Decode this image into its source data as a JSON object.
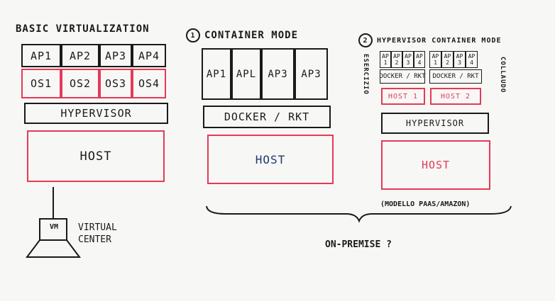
{
  "basic": {
    "title": "BASIC VIRTUALIZATION",
    "apps": [
      "AP1",
      "AP2",
      "AP3",
      "AP4"
    ],
    "os": [
      "OS1",
      "OS2",
      "OS3",
      "OS4"
    ],
    "hypervisor": "HYPERVISOR",
    "host": "HOST"
  },
  "vcenter": {
    "vm": "VM",
    "label_line1": "VIRTUAL",
    "label_line2": "CENTER"
  },
  "container": {
    "number": "1",
    "title": "CONTAINER MODE",
    "apps": [
      "AP1",
      "APL",
      "AP3",
      "AP3"
    ],
    "engine": "DOCKER / RKT",
    "host": "HOST"
  },
  "hyper_container": {
    "number": "2",
    "title": "HYPERVISOR CONTAINER MODE",
    "left_side": "ESERCIZIO",
    "right_side": "COLLAUDO",
    "group1_apps": [
      [
        "AP",
        "1"
      ],
      [
        "AP",
        "2"
      ],
      [
        "AP",
        "3"
      ],
      [
        "AP",
        "4"
      ]
    ],
    "group2_apps": [
      [
        "AP",
        "1"
      ],
      [
        "AP",
        "2"
      ],
      [
        "AP",
        "3"
      ],
      [
        "AP",
        "4"
      ]
    ],
    "engine1": "DOCKER / RKT",
    "engine2": "DOCKER / RKT",
    "host1": "HOST 1",
    "host2": "HOST 2",
    "hypervisor": "HYPERVISOR",
    "host": "HOST",
    "note": "(MODELLO PAAS/AMAZON)"
  },
  "footer": {
    "label": "ON-PREMISE ?"
  },
  "colors": {
    "ink": "#1a1a1a",
    "red": "#e53a57",
    "background": "#f7f7f5"
  }
}
